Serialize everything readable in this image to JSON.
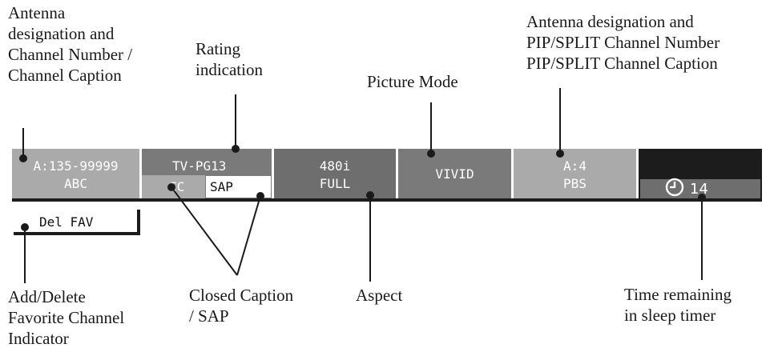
{
  "captions": {
    "antenna_channel": [
      "Antenna",
      "designation and",
      "Channel Number /",
      "Channel Caption"
    ],
    "rating": [
      "Rating",
      "indication"
    ],
    "picture_mode": [
      "Picture Mode"
    ],
    "pip": [
      "Antenna designation and",
      "PIP/SPLIT Channel Number",
      "PIP/SPLIT Channel Caption"
    ],
    "add_delete": [
      "Add/Delete",
      "Favorite Channel",
      "Indicator"
    ],
    "closed_caption": [
      "Closed Caption",
      "/ SAP"
    ],
    "aspect": [
      "Aspect"
    ],
    "time_remaining": [
      "Time remaining",
      "in sleep timer"
    ]
  },
  "banner": {
    "channel_number": "A:135-99999",
    "channel_caption": "ABC",
    "rating": "TV-PG13",
    "cc": "CC",
    "sap": "SAP",
    "resolution": "480i",
    "aspect": "FULL",
    "picture_mode": "VIVID",
    "pip_channel": "A:4",
    "pip_caption": "PBS",
    "sleep_time": "14",
    "fav": "Del FAV"
  },
  "colors": {
    "light_gray": "#aaaaaa",
    "mid_gray": "#7a7a7a",
    "dark_gray": "#6e6e6e",
    "black": "#1c1c1c"
  },
  "icons": {
    "sleep_timer": "clock-icon"
  }
}
